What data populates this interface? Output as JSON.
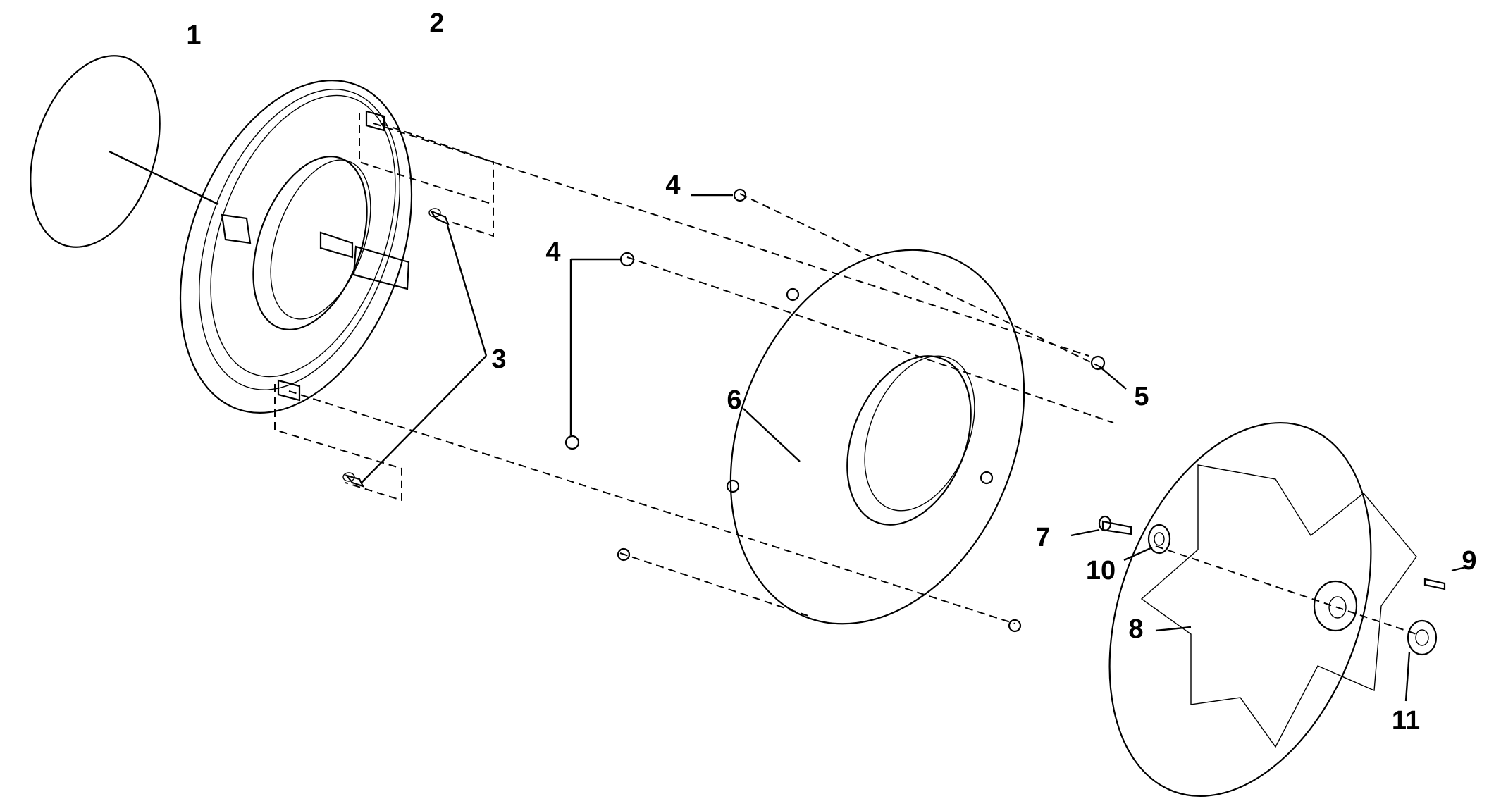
{
  "diagram": {
    "callouts": [
      {
        "id": "1",
        "label": "1"
      },
      {
        "id": "2",
        "label": "2"
      },
      {
        "id": "3",
        "label": "3"
      },
      {
        "id": "4a",
        "label": "4"
      },
      {
        "id": "4b",
        "label": "4"
      },
      {
        "id": "5",
        "label": "5"
      },
      {
        "id": "6",
        "label": "6"
      },
      {
        "id": "7",
        "label": "7"
      },
      {
        "id": "8",
        "label": "8"
      },
      {
        "id": "9",
        "label": "9"
      },
      {
        "id": "10",
        "label": "10"
      },
      {
        "id": "11",
        "label": "11"
      }
    ]
  }
}
